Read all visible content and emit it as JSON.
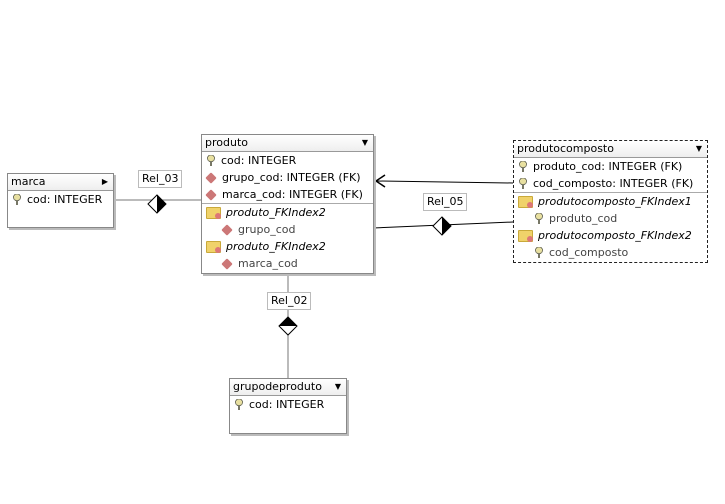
{
  "tables": {
    "marca": {
      "name": "marca",
      "fields": [
        "cod: INTEGER"
      ]
    },
    "produto": {
      "name": "produto",
      "fields": [
        "cod: INTEGER",
        "grupo_cod: INTEGER (FK)",
        "marca_cod: INTEGER (FK)"
      ],
      "indexes": [
        {
          "name": "produto_FKIndex2",
          "column": "grupo_cod"
        },
        {
          "name": "produto_FKIndex2",
          "column": "marca_cod"
        }
      ]
    },
    "produtocomposto": {
      "name": "produtocomposto",
      "fields": [
        "produto_cod: INTEGER (FK)",
        "cod_composto: INTEGER (FK)"
      ],
      "indexes": [
        {
          "name": "produtocomposto_FKIndex1",
          "column": "produto_cod"
        },
        {
          "name": "produtocomposto_FKIndex2",
          "column": "cod_composto"
        }
      ]
    },
    "grupodeproduto": {
      "name": "grupodeproduto",
      "fields": [
        "cod: INTEGER"
      ]
    }
  },
  "relations": {
    "rel03": "Rel_03",
    "rel05": "Rel_05",
    "rel02": "Rel_02"
  }
}
